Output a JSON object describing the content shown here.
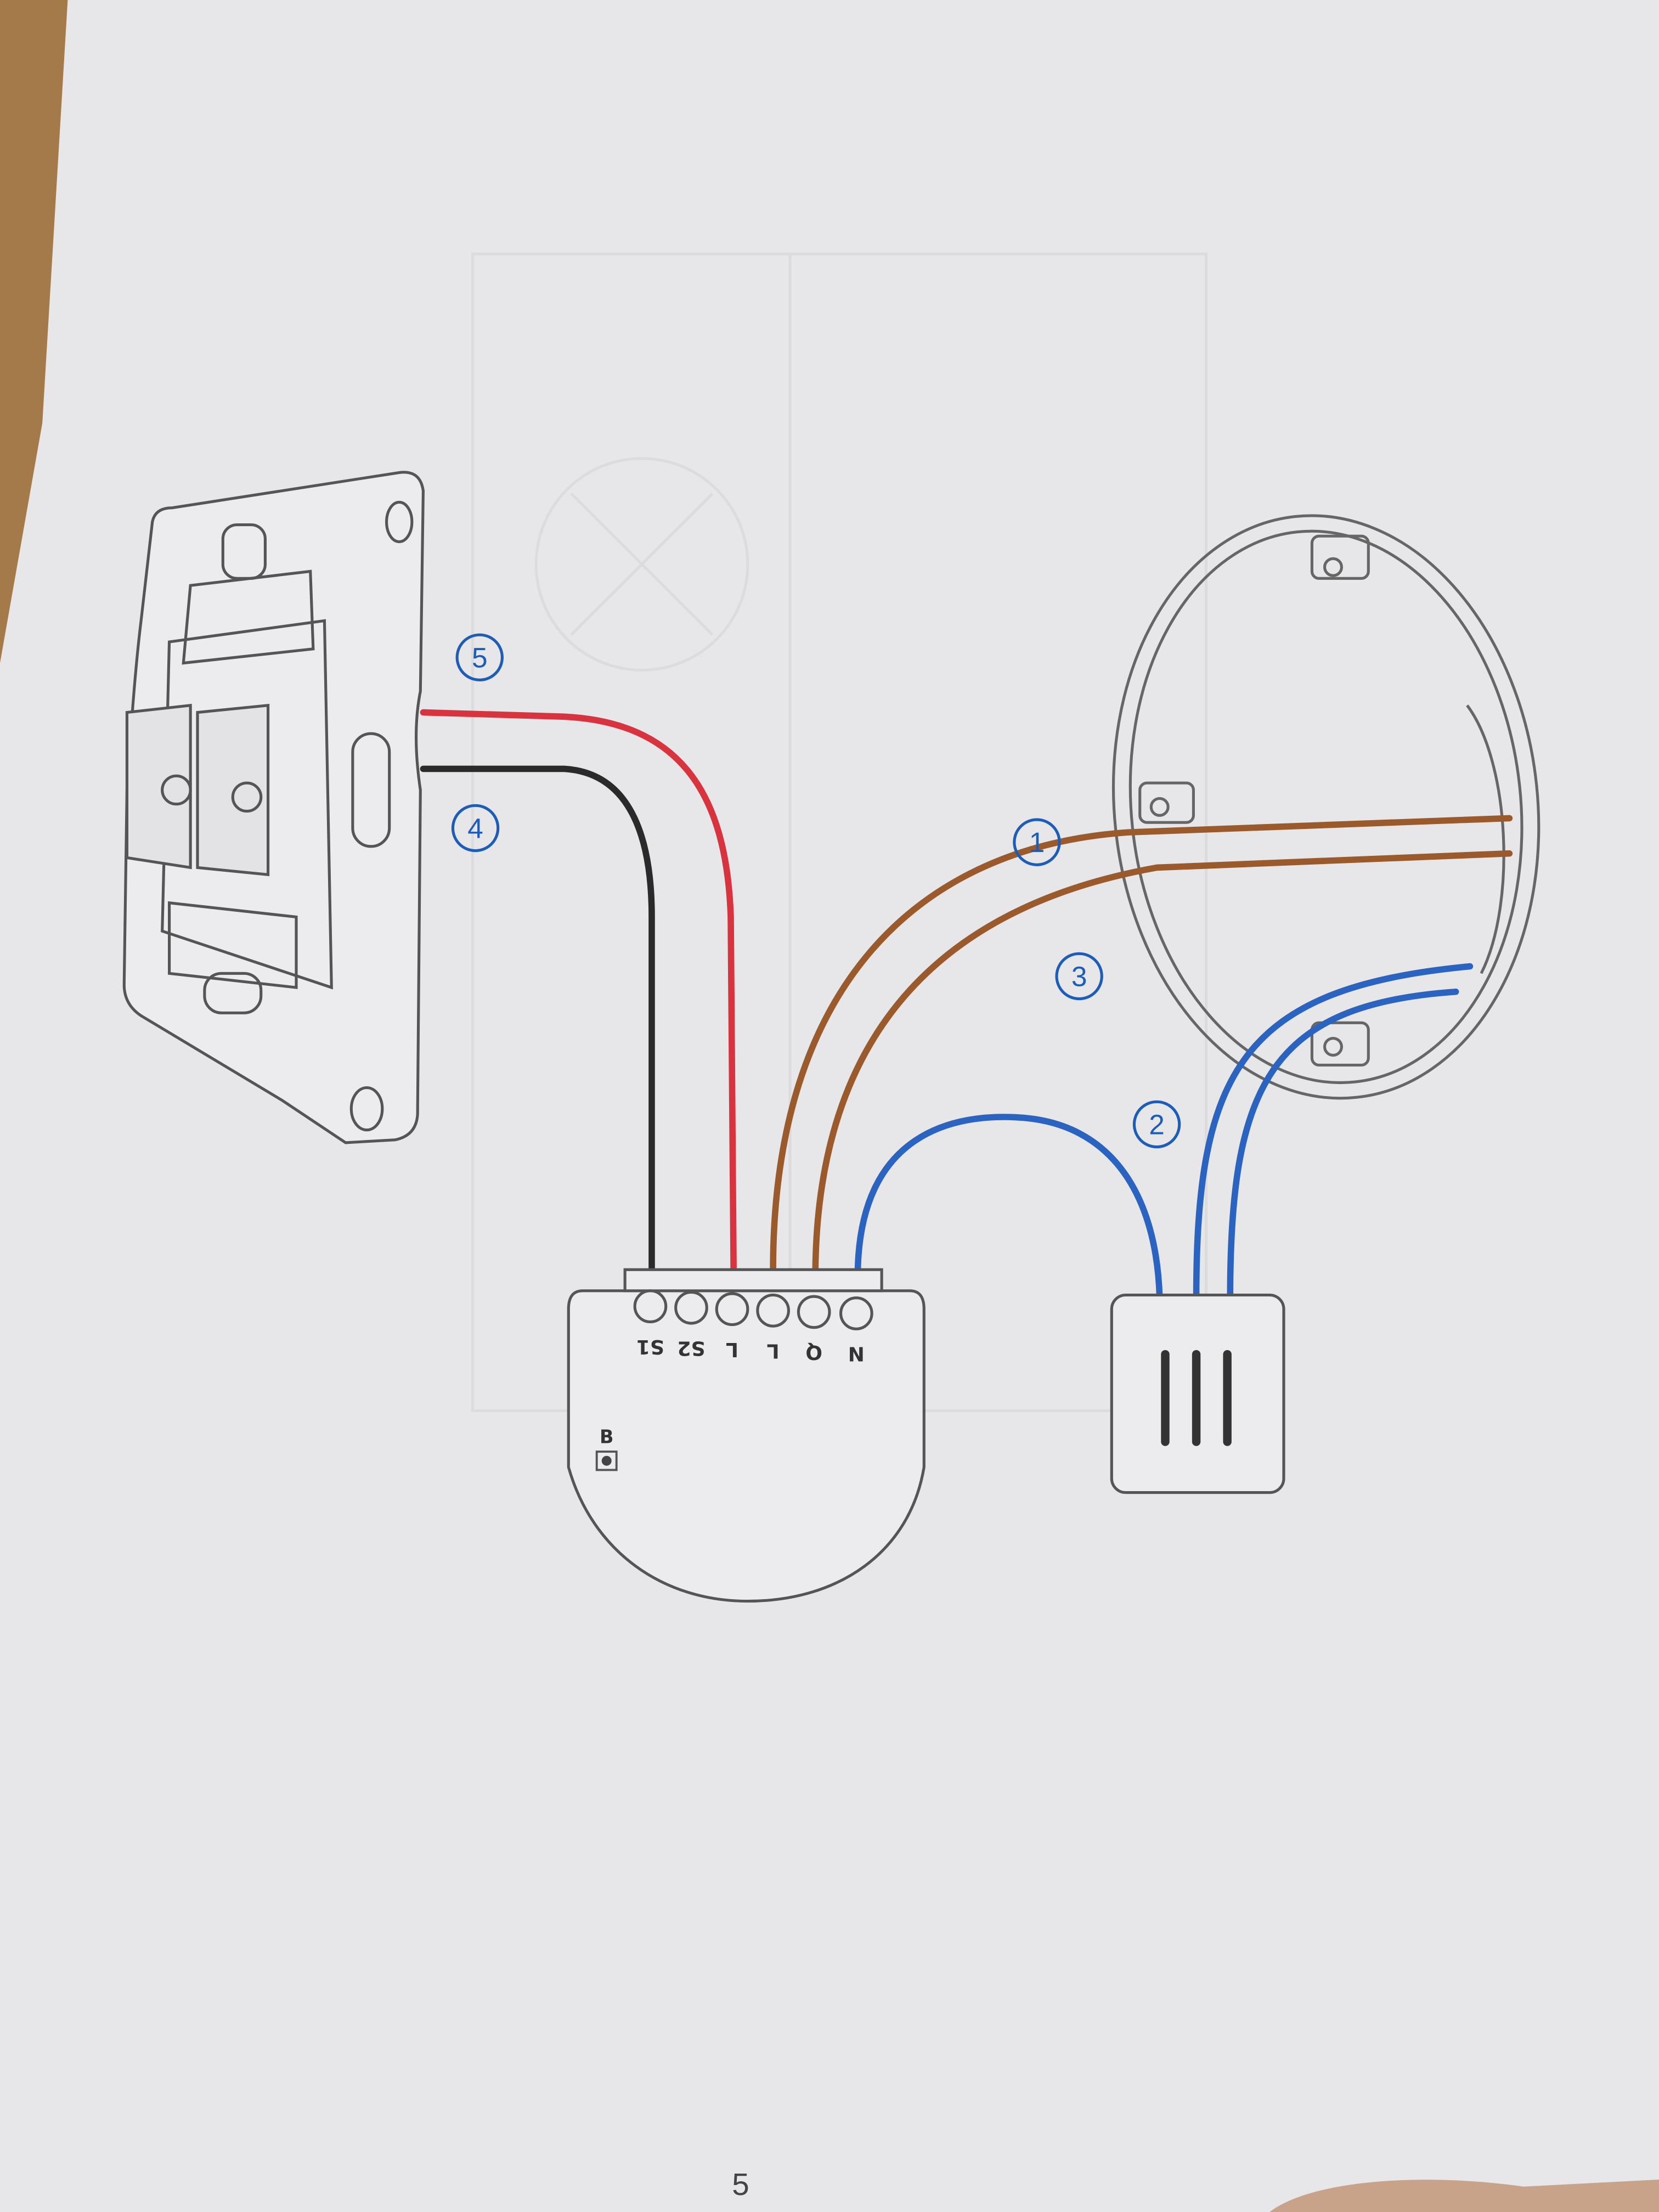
{
  "colors": {
    "paper": "#e8e8ea",
    "line": "#555555",
    "wire_red": "#d8343f",
    "wire_black": "#2a2a2a",
    "wire_brown": "#9a5a2c",
    "wire_blue": "#2b63c0",
    "callout": "#1d5db8"
  },
  "module": {
    "terminals": [
      "S1",
      "S2",
      "L",
      "L",
      "Q",
      "N"
    ],
    "button_label": "B"
  },
  "callouts": {
    "c1": "1",
    "c2": "2",
    "c3": "3",
    "c4": "4",
    "c5": "5"
  },
  "page_number": "5"
}
